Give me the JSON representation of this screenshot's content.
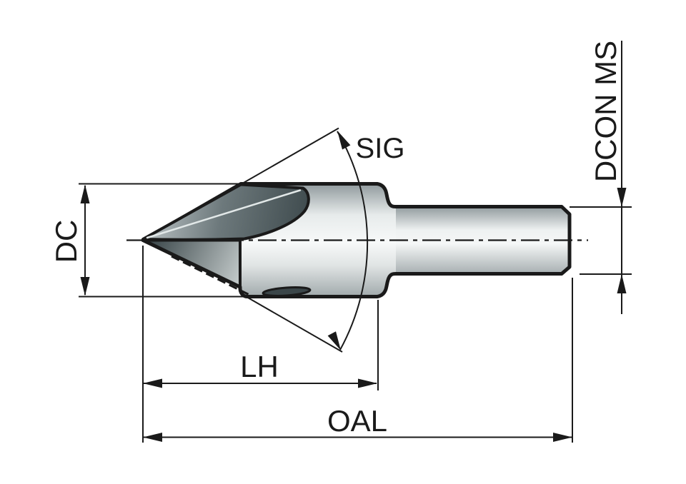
{
  "diagram": {
    "type": "technical-drawing",
    "subject": "countersink-cutting-tool-side-view",
    "labels": {
      "cutting_diameter": "DC",
      "point_angle": "SIG",
      "head_length": "LH",
      "overall_length": "OAL",
      "shank_diameter": "DCON MS"
    },
    "colors": {
      "line": "#1a1a1a",
      "background": "#ffffff",
      "flute_dark": "#475255",
      "body_light": "#f6f8f8",
      "body_shadow": "#97a0a3"
    }
  }
}
